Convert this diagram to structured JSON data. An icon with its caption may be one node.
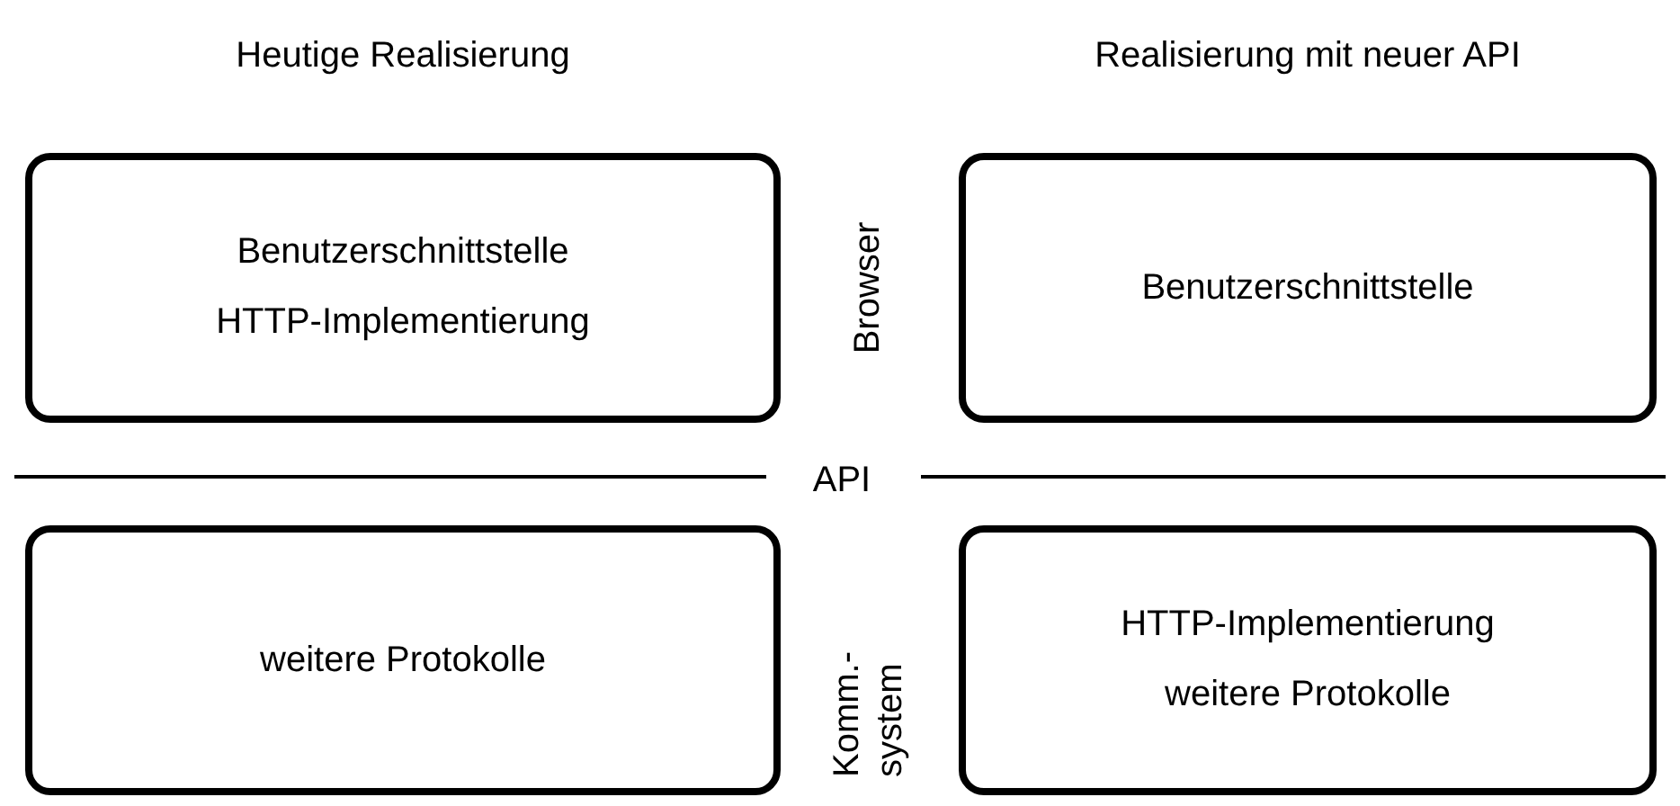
{
  "diagram": {
    "nodes": [
      {
        "text": [
          "Benutzerschnittstelle",
          "HTTP-Implementierung"
        ]
      },
      {
        "text": [
          "Benutzerschnittstelle"
        ]
      },
      {
        "text": [
          "weitere Protokolle"
        ]
      },
      {
        "text": [
          "HTTP-Implementierung",
          "weitere Protokolle"
        ]
      }
    ],
    "labels": [
      "Heutige Realisierung",
      "Realisierung mit neuer API",
      "Browser",
      "API",
      "Komm.- system"
    ]
  }
}
